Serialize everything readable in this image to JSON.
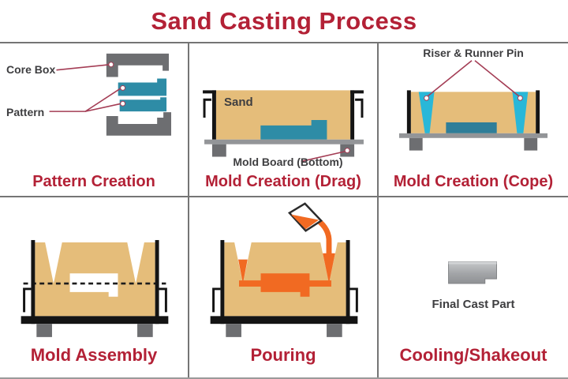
{
  "title": "Sand Casting Process",
  "colors": {
    "title_red": "#b32136",
    "label_text": "#3e3e40",
    "leader_line": "#a43d55",
    "core_box_gray": "#6d6e71",
    "pattern_teal": "#2e8ca6",
    "pin_cyan": "#29b7d8",
    "cope_pattern_teal": "#2f7e99",
    "sand_tan": "#e5bd7a",
    "molten_orange": "#f16a22",
    "board_gray": "#939598",
    "foot_gray": "#6d6e71",
    "flask_black": "#141414",
    "cast_part_gray": "#a7a9ac",
    "grid_line": "#757575",
    "background": "#ffffff"
  },
  "panels": [
    {
      "caption": "Pattern Creation",
      "labels": {
        "core_box": "Core Box",
        "pattern": "Pattern"
      }
    },
    {
      "caption": "Mold Creation (Drag)",
      "labels": {
        "sand": "Sand",
        "mold_board": "Mold Board (Bottom)"
      }
    },
    {
      "caption": "Mold Creation (Cope)",
      "labels": {
        "riser_runner": "Riser & Runner Pin"
      }
    },
    {
      "caption": "Mold Assembly",
      "labels": {}
    },
    {
      "caption": "Pouring",
      "labels": {}
    },
    {
      "caption": "Cooling/Shakeout",
      "labels": {
        "final_cast_part": "Final Cast Part"
      }
    }
  ]
}
